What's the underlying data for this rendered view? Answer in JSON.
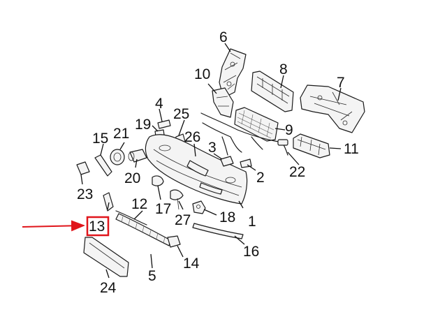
{
  "callout_labels": [
    "1",
    "2",
    "3",
    "4",
    "5",
    "6",
    "7",
    "8",
    "9",
    "10",
    "11",
    "12",
    "13",
    "14",
    "15",
    "16",
    "17",
    "18",
    "19",
    "20",
    "21",
    "22",
    "23",
    "24",
    "25",
    "26",
    "27"
  ],
  "highlighted_label": "13",
  "colors": {
    "background": "#ffffff",
    "line_art": "#1a1a1a",
    "highlight": "#e0151b"
  }
}
